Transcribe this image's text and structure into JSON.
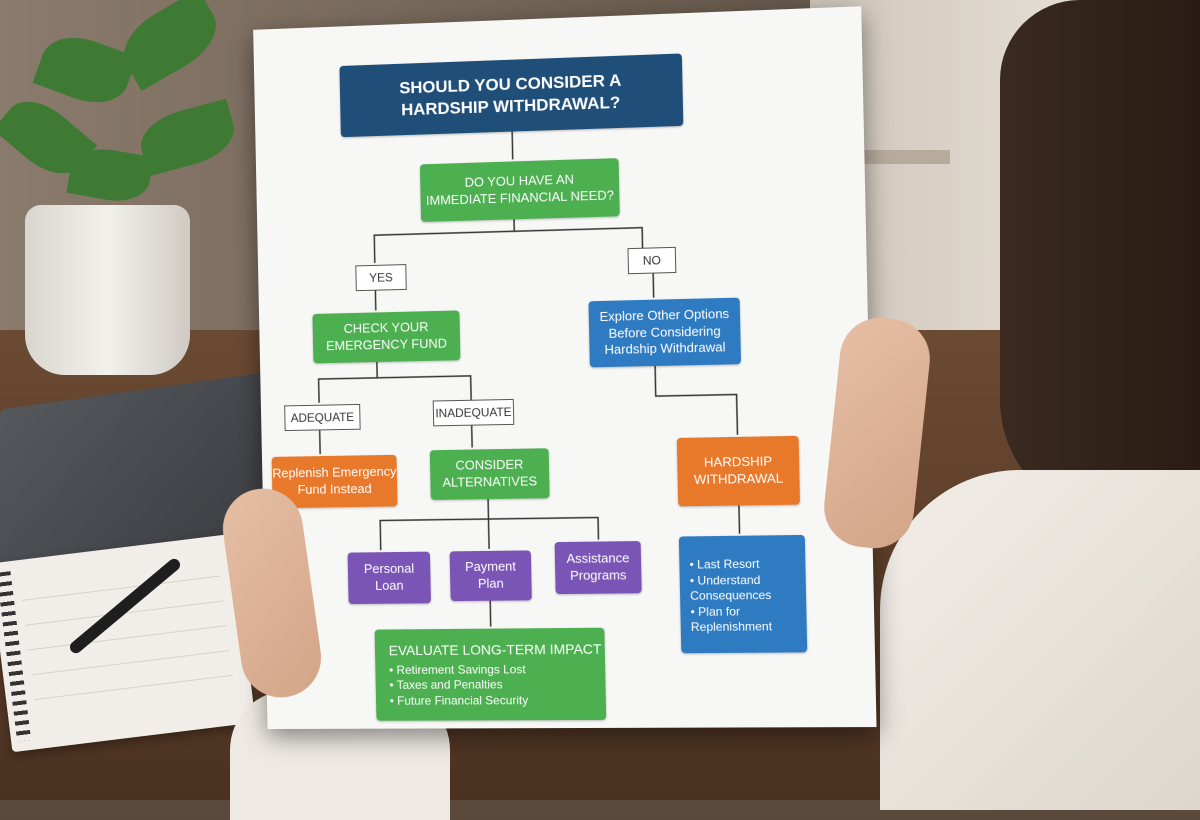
{
  "flowchart": {
    "title_line1": "SHOULD YOU CONSIDER A",
    "title_line2": "HARDSHIP WITHDRAWAL?",
    "question_line1": "DO YOU HAVE AN",
    "question_line2": "IMMEDIATE FINANCIAL NEED?",
    "yes_label": "YES",
    "no_label": "NO",
    "check_fund_line1": "CHECK YOUR",
    "check_fund_line2": "EMERGENCY FUND",
    "explore_line1": "Explore Other Options",
    "explore_line2": "Before Considering",
    "explore_line3": "Hardship Withdrawal",
    "adequate_label": "ADEQUATE",
    "inadequate_label": "INADEQUATE",
    "replenish_line1": "Replenish Emergency",
    "replenish_line2": "Fund Instead",
    "consider_line1": "CONSIDER",
    "consider_line2": "ALTERNATIVES",
    "hardship_line1": "HARDSHIP",
    "hardship_line2": "WITHDRAWAL",
    "personal_line1": "Personal",
    "personal_line2": "Loan",
    "payment_line1": "Payment",
    "payment_line2": "Plan",
    "assistance_line1": "Assistance",
    "assistance_line2": "Programs",
    "last_resort_items": [
      "Last Resort",
      "Understand Consequences",
      "Plan for Replenishment"
    ],
    "evaluate_title": "EVALUATE LONG-TERM IMPACT",
    "evaluate_items": [
      "Retirement Savings Lost",
      "Taxes and Penalties",
      "Future Financial Security"
    ]
  },
  "colors": {
    "navy": "#1f4e79",
    "green": "#4caf50",
    "orange": "#e8792b",
    "blue": "#2e7bc2",
    "purple": "#7b55b5"
  }
}
